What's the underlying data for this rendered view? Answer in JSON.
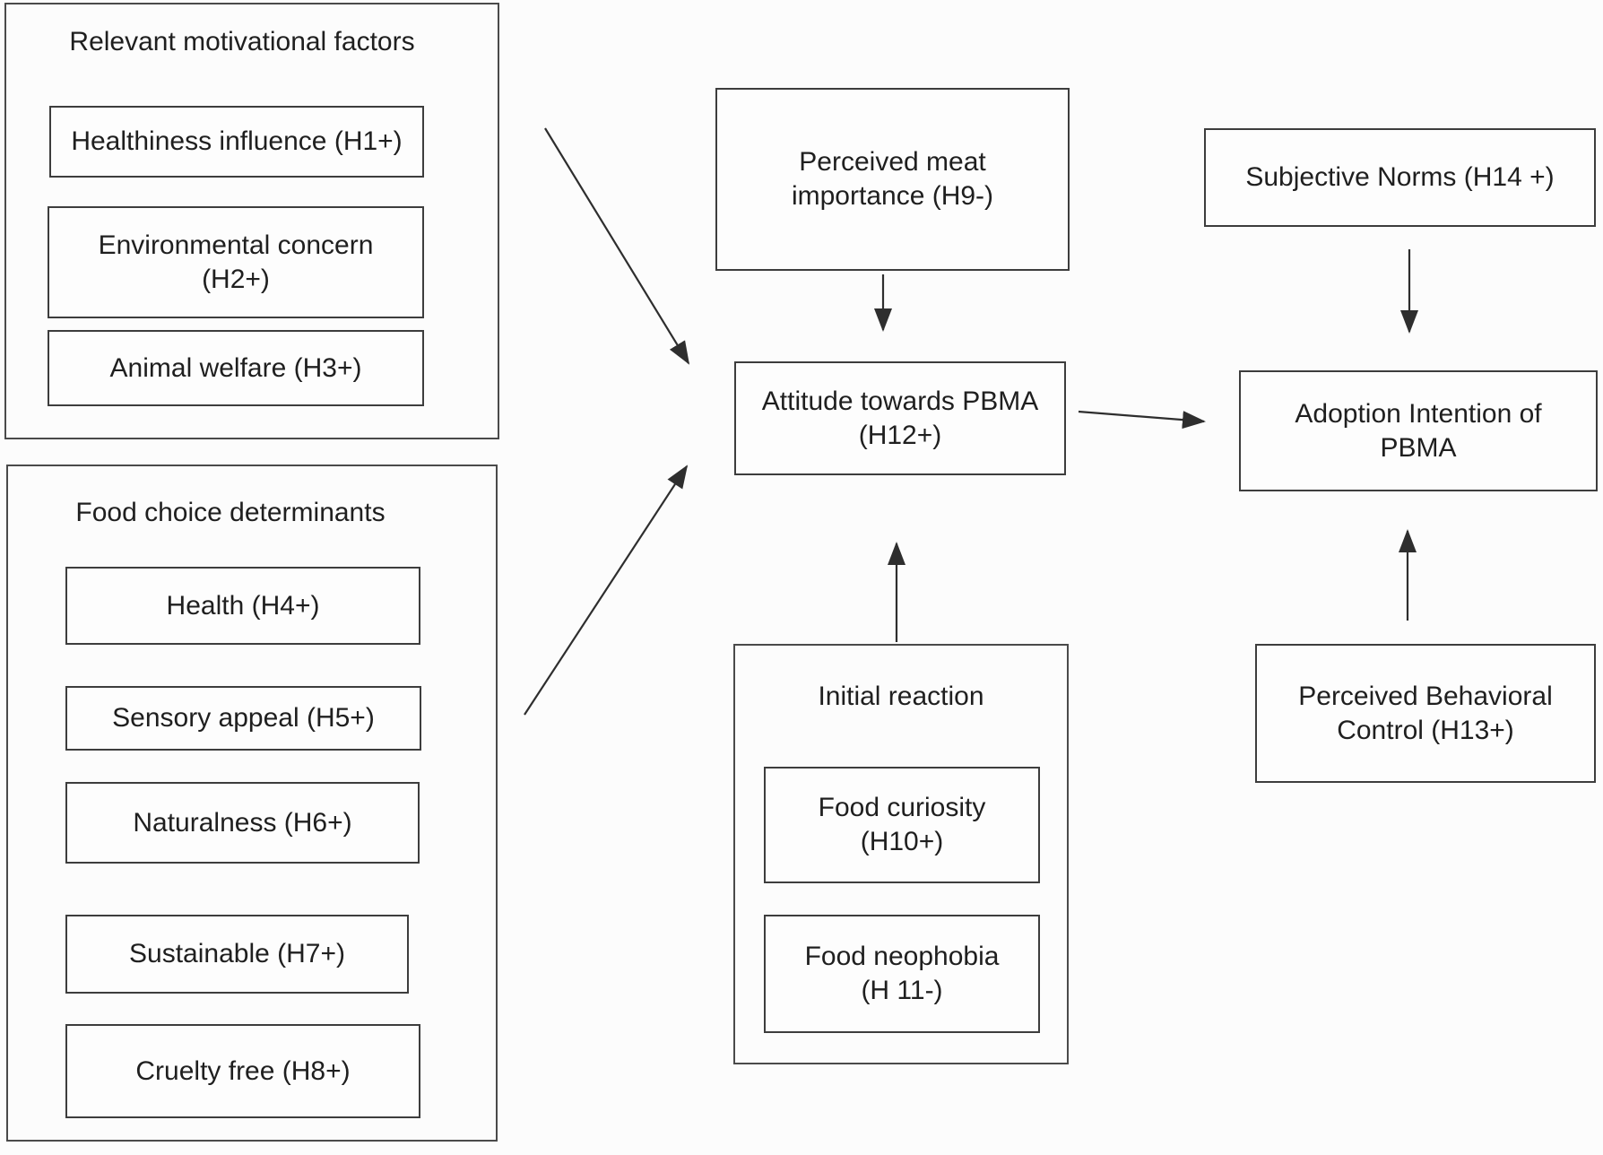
{
  "figure": {
    "background": "#fcfcfc",
    "ink": "#1f1f1f",
    "border": "#3d3d3d"
  },
  "groups": {
    "motivational": {
      "title": "Relevant motivational factors",
      "items": [
        {
          "label": "Healthiness influence (H1+)"
        },
        {
          "label": "Environmental concern (H2+)"
        },
        {
          "label": "Animal welfare (H3+)"
        }
      ]
    },
    "food_choice": {
      "title": "Food choice determinants",
      "items": [
        {
          "label": "Health (H4+)"
        },
        {
          "label": "Sensory appeal (H5+)"
        },
        {
          "label": "Naturalness (H6+)"
        },
        {
          "label": "Sustainable (H7+)"
        },
        {
          "label": "Cruelty free (H8+)"
        }
      ]
    },
    "initial_reaction": {
      "title": "Initial reaction",
      "items": [
        {
          "label": "Food curiosity (H10+)"
        },
        {
          "label": "Food neophobia (H 11-)"
        }
      ]
    }
  },
  "nodes": {
    "perceived_meat_importance": {
      "label": "Perceived meat importance (H9-)"
    },
    "attitude": {
      "label": "Attitude towards PBMA (H12+)"
    },
    "subjective_norms": {
      "label": "Subjective Norms (H14 +)"
    },
    "adoption_intention": {
      "label": "Adoption Intention of PBMA"
    },
    "perceived_behavioral_control": {
      "label": "Perceived Behavioral Control (H13+)"
    }
  }
}
